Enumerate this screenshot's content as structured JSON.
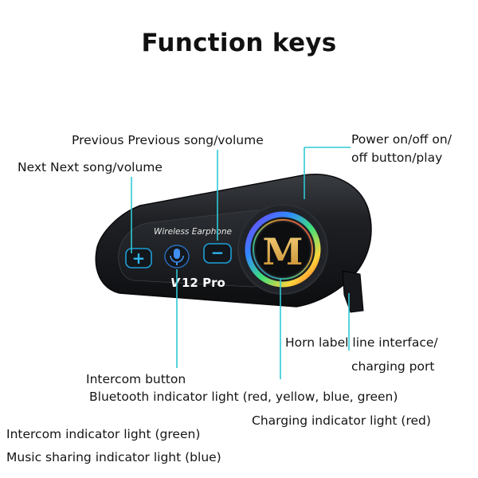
{
  "title": "Function keys",
  "labels": {
    "previous": "Previous Previous song/volume",
    "next": "Next Next song/volume",
    "power_line1": "Power on/off on/",
    "power_line2": "off button/play",
    "horn_line1": "Horn label line interface/",
    "horn_line2": "charging port",
    "intercom_button": "Intercom button",
    "bluetooth_light": "Bluetooth indicator light (red, yellow, blue, green)",
    "charging_light": "Charging indicator light (red)",
    "intercom_light": "Intercom indicator light (green)",
    "music_light": "Music sharing indicator light (blue)"
  },
  "device": {
    "brand_text": "Wireless Earphone",
    "model_text": "12 Pro",
    "model_logo": "V",
    "plus_symbol": "+",
    "minus_symbol": "−",
    "center_logo": "M"
  },
  "colors": {
    "leader_line": "#2ec9d6",
    "body": "#1c1e22",
    "plus_button": "#1e9fd8",
    "mic_button": "#2a6fc0"
  },
  "icons": {
    "mic_button_icon": "microphone-icon"
  }
}
